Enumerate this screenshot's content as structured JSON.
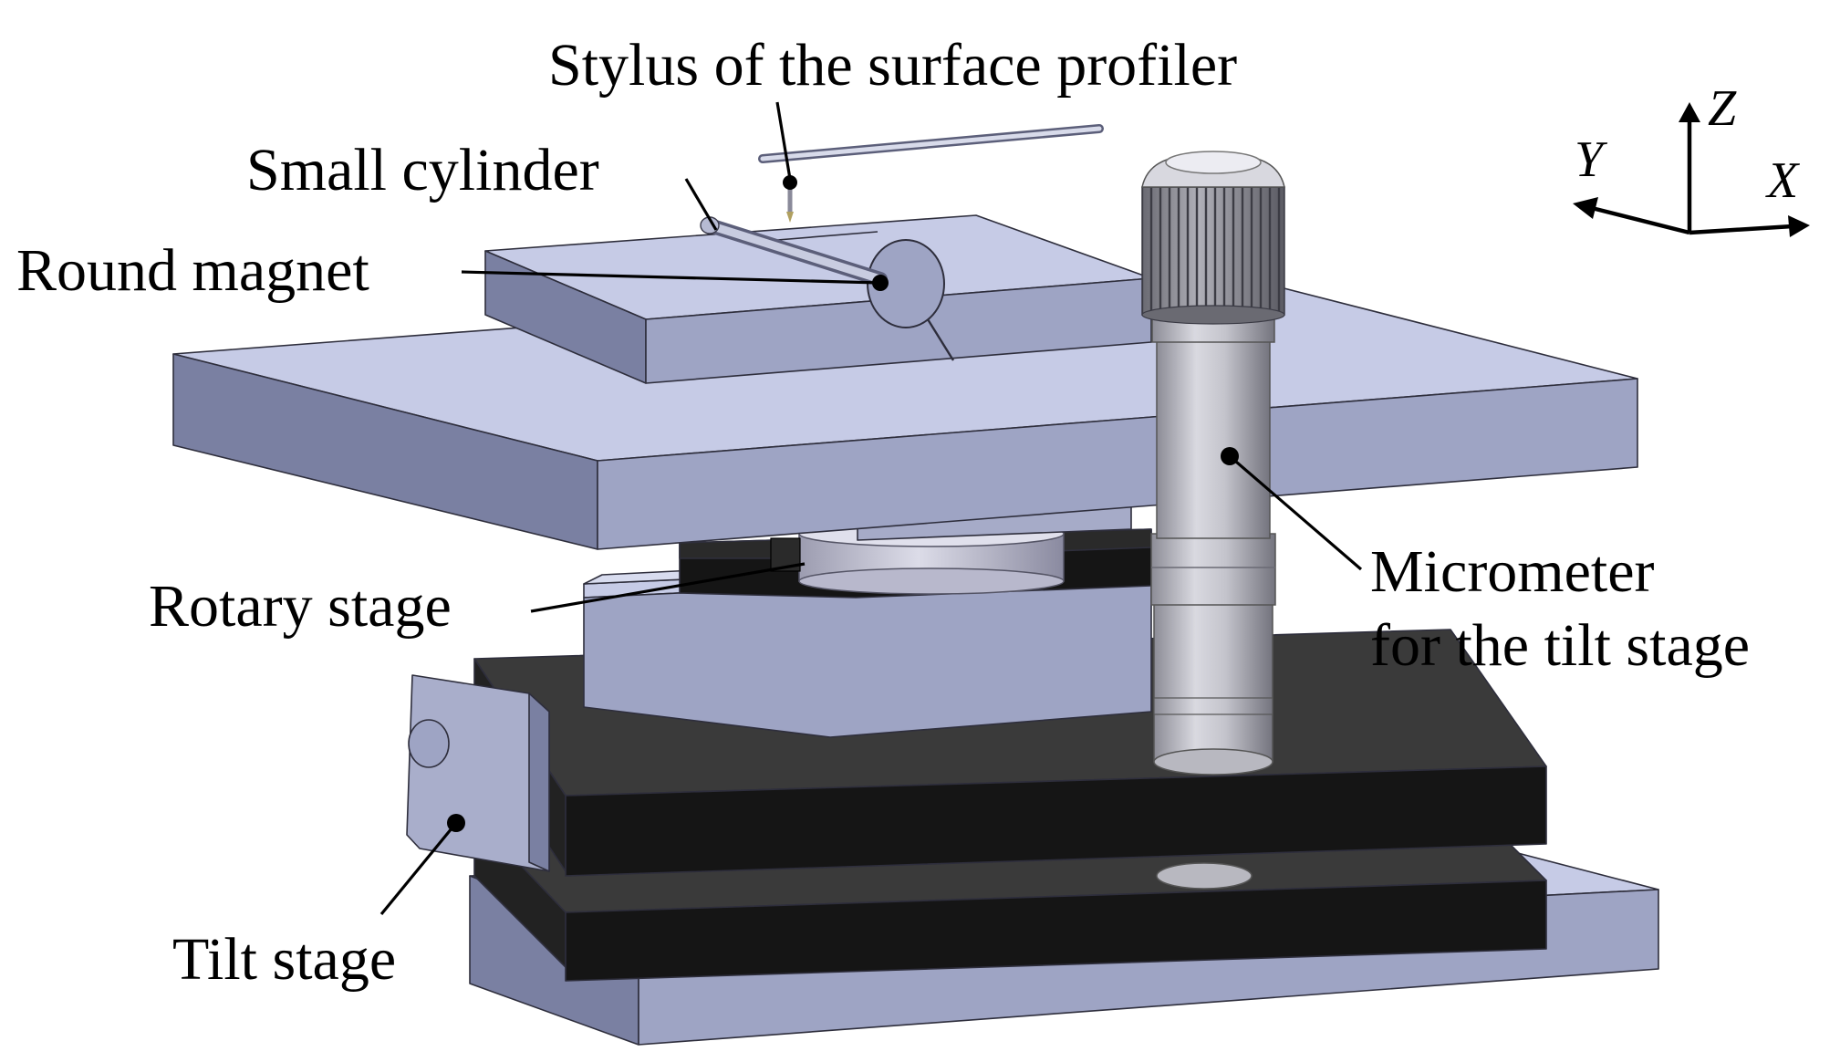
{
  "labels": {
    "stylus": "Stylus of the surface profiler",
    "small_cylinder": "Small cylinder",
    "round_magnet": "Round magnet",
    "rotary_stage": "Rotary stage",
    "micrometer_line1": "Micrometer",
    "micrometer_line2": "for the tilt stage",
    "tilt_stage": "Tilt stage"
  },
  "axes": {
    "z": "Z",
    "y": "Y",
    "x": "X"
  },
  "colors": {
    "plate_top": "#c6cbe6",
    "plate_front": "#9ea4c4",
    "plate_side": "#7a80a2",
    "dark_top": "#3a3a3a",
    "dark_front": "#151515",
    "metal_light": "#e6e6ec",
    "metal_mid": "#b8b8c0",
    "metal_dark": "#7e7e88"
  }
}
